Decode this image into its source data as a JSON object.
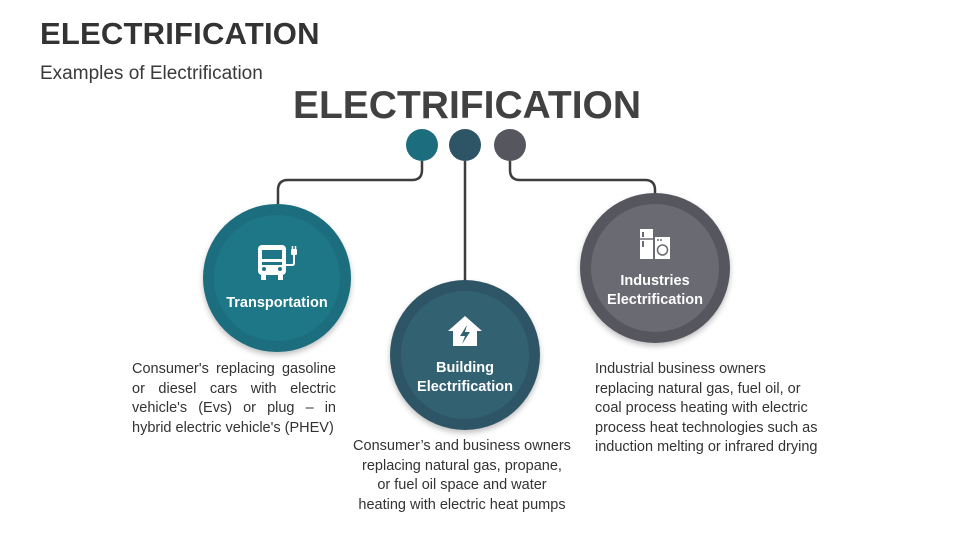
{
  "header": {
    "title": "ELECTRIFICATION",
    "subtitle": "Examples of Electrification"
  },
  "diagram": {
    "center_title": "ELECTRIFICATION",
    "colors": {
      "teal": "#1c6e7e",
      "teal_inner": "#1e7787",
      "slate": "#2e5566",
      "slate_inner": "#326272",
      "gray": "#56565e",
      "gray_inner": "#6a6a72",
      "connector": "#3d3d3d"
    },
    "nodes": [
      {
        "label_line1": "Transportation",
        "label_line2": "",
        "icon": "bus-charging-icon",
        "description": "Consumer's replacing gasoline or diesel cars with electric vehicle's (Evs) or plug – in hybrid electric vehicle's (PHEV)"
      },
      {
        "label_line1": "Building",
        "label_line2": "Electrification",
        "icon": "house-lightning-icon",
        "description_lines": [
          "Consumer’s and business owners",
          "replacing natural gas, propane,",
          "or fuel oil space and water",
          "heating with electric heat pumps"
        ]
      },
      {
        "label_line1": "Industries",
        "label_line2": "Electrification",
        "icon": "appliances-icon",
        "description_lines": [
          "Industrial business owners",
          "replacing natural gas, fuel oil, or",
          "coal process heating with electric",
          "process heat technologies such as",
          "induction melting or infrared drying"
        ]
      }
    ]
  }
}
